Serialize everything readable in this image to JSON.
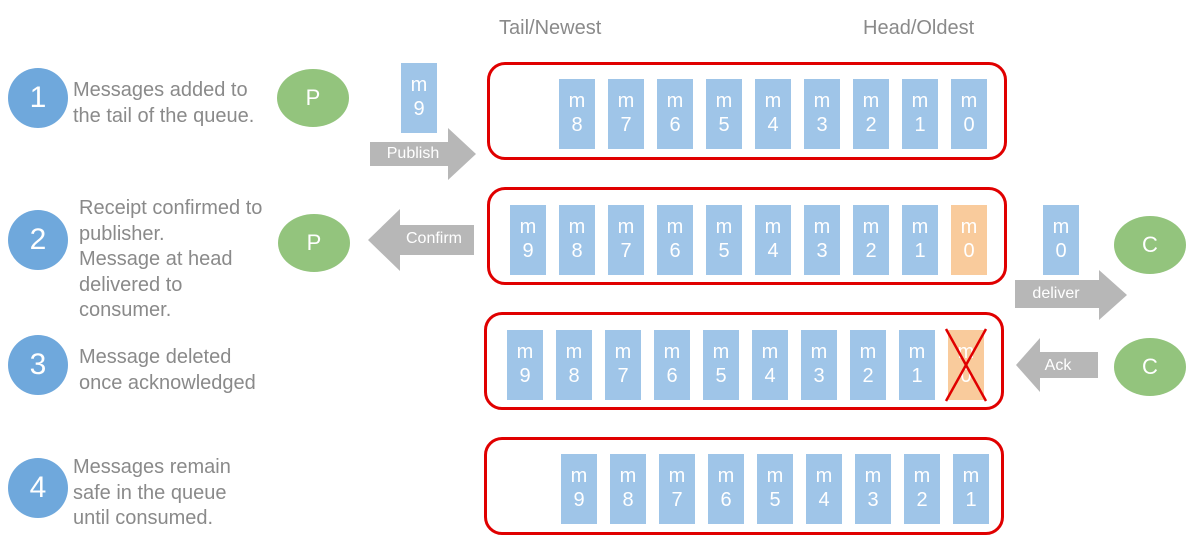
{
  "header": {
    "tail": "Tail/Newest",
    "head": "Head/Oldest"
  },
  "steps": [
    {
      "number": "1",
      "text": "Messages added to\nthe tail of the queue."
    },
    {
      "number": "2",
      "text": "Receipt confirmed to\npublisher.\nMessage at head\ndelivered to\nconsumer."
    },
    {
      "number": "3",
      "text": "Message deleted\nonce acknowledged"
    },
    {
      "number": "4",
      "text": "Messages remain\nsafe in the queue\nuntil consumed."
    }
  ],
  "actors": {
    "publisher": "P",
    "consumer": "C"
  },
  "arrows": {
    "publish": "Publish",
    "confirm": "Confirm",
    "deliver": "deliver",
    "ack": "Ack"
  },
  "message_prefix": "m",
  "queues": [
    {
      "messages": [
        "8",
        "7",
        "6",
        "5",
        "4",
        "3",
        "2",
        "1",
        "0"
      ]
    },
    {
      "messages": [
        "9",
        "8",
        "7",
        "6",
        "5",
        "4",
        "3",
        "2",
        "1",
        "0"
      ],
      "highlight": "0"
    },
    {
      "messages": [
        "9",
        "8",
        "7",
        "6",
        "5",
        "4",
        "3",
        "2",
        "1",
        "0"
      ],
      "highlight": "0",
      "deleted": "0"
    },
    {
      "messages": [
        "9",
        "8",
        "7",
        "6",
        "5",
        "4",
        "3",
        "2",
        "1"
      ]
    }
  ],
  "incoming_message": "9",
  "delivered_message": "0",
  "colors": {
    "step_circle": "#6fa8dc",
    "actor_circle": "#93c47d",
    "message": "#9fc5e8",
    "highlight_message": "#f9cb9c",
    "queue_border": "#e00000",
    "arrow": "#b7b7b7"
  }
}
